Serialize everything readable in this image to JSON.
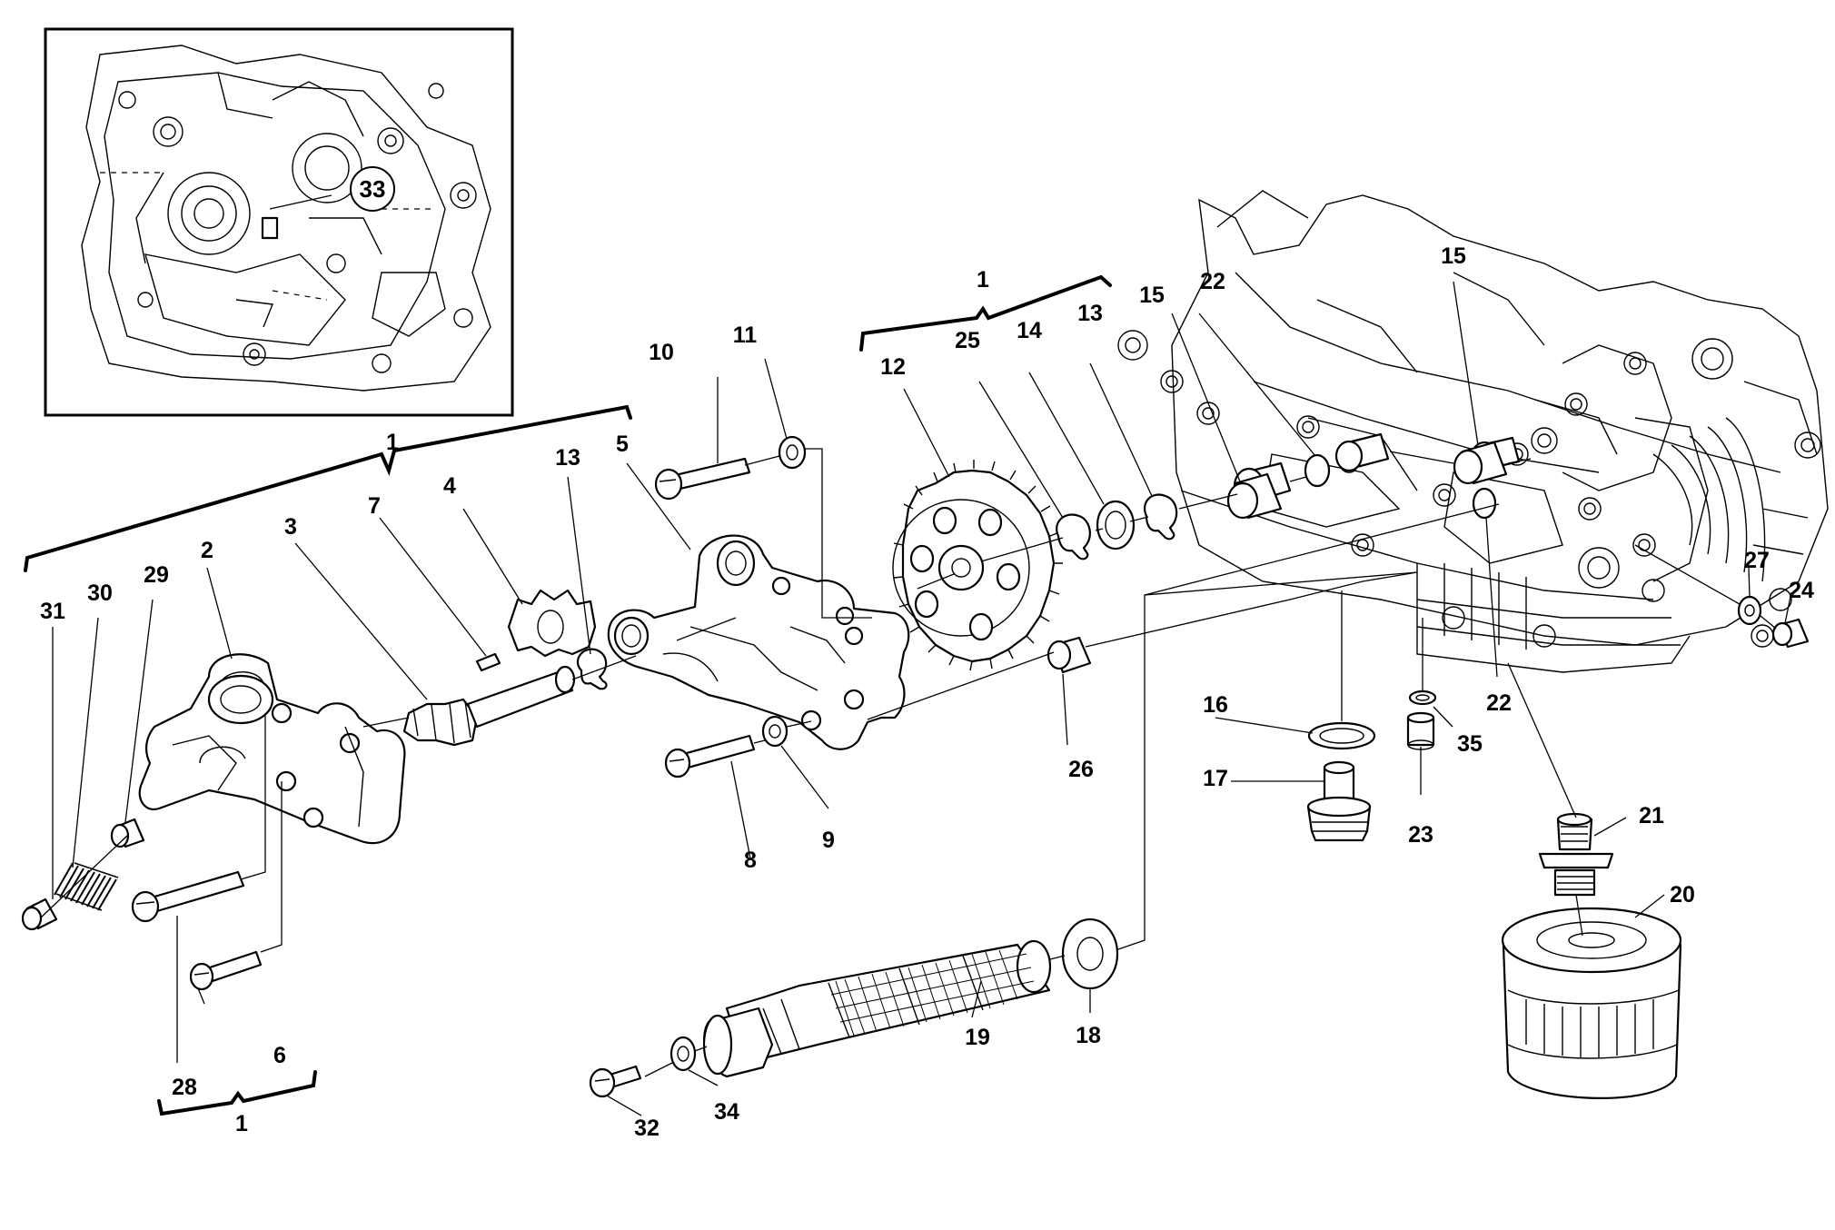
{
  "diagram": {
    "inset_callout": "33",
    "callouts": {
      "c1_left_top": "1",
      "c1_center_top": "1",
      "c1_bottom": "1",
      "c2": "2",
      "c3": "3",
      "c4": "4",
      "c5": "5",
      "c6": "6",
      "c7": "7",
      "c8": "8",
      "c9": "9",
      "c10": "10",
      "c11": "11",
      "c12": "12",
      "c13_left": "13",
      "c13_right": "13",
      "c14": "14",
      "c15_left": "15",
      "c15_right": "15",
      "c16": "16",
      "c17": "17",
      "c18": "18",
      "c19": "19",
      "c20": "20",
      "c21": "21",
      "c22_top": "22",
      "c22_bottom": "22",
      "c23": "23",
      "c24": "24",
      "c25": "25",
      "c26": "26",
      "c27": "27",
      "c28": "28",
      "c29": "29",
      "c30": "30",
      "c31": "31",
      "c32": "32",
      "c34": "34",
      "c35": "35"
    }
  }
}
